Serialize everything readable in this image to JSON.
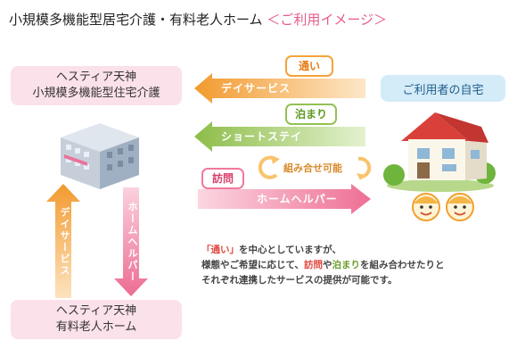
{
  "header": {
    "title": "小規模多機能型居宅介護・有料老人ホーム",
    "subtitle": "＜ご利用イメージ＞"
  },
  "facility_top": {
    "line1": "ヘスティア天神",
    "line2": "小規模多機能型住宅介護"
  },
  "facility_bottom": {
    "line1": "ヘスティア天神",
    "line2": "有料老人ホーム"
  },
  "home_label": "ご利用者の自宅",
  "flows": {
    "day_service": {
      "tag": "通い",
      "label": "デイサービス"
    },
    "short_stay": {
      "tag": "泊まり",
      "label": "ショートステイ"
    },
    "home_helper": {
      "tag": "訪問",
      "label": "ホームヘルパー"
    },
    "combo": "組み合せ可能"
  },
  "vertical": {
    "left": "デイサービス",
    "right": "ホームヘルパー"
  },
  "note": {
    "l1_open": "「通い」",
    "l1_rest": "を中心としていますが、",
    "l2_a": "様態やご希望に応じて、",
    "l2_visit": "訪問",
    "l2_b": "や",
    "l2_stay": "泊まり",
    "l2_c": "を組み合わせたりと",
    "l3": "それぞれ連携したサービスの提供が可能です。"
  },
  "colors": {
    "day_service": "#f5a23a",
    "short_stay": "#93c154",
    "home_helper": "#f07a9b",
    "home_box": "#d4ebf8",
    "facility_box": "#fbe1e9"
  },
  "icons": [
    "building-icon",
    "house-icon",
    "family-icon",
    "cycle-arrows-icon"
  ]
}
